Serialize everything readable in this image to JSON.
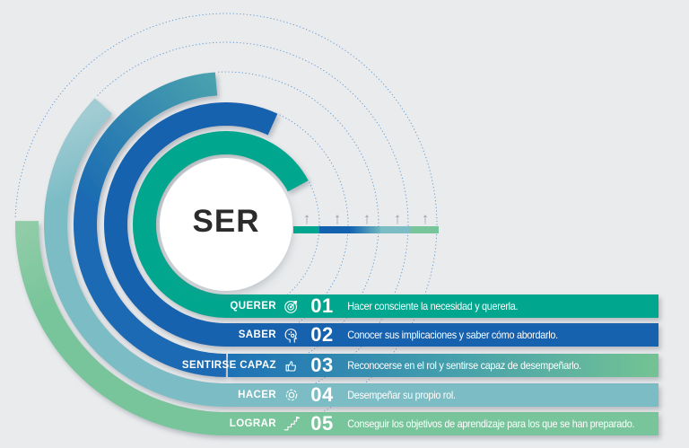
{
  "background": "#e9ebed",
  "center": {
    "title": "SER"
  },
  "legend": {
    "arrow_glyph": "↑",
    "arrow_color": "#9aa1a8",
    "dotted_color": "#5b93cf"
  },
  "colors": {
    "ruler_teal_end": "#6fb7bf",
    "text": "#ffffff",
    "title_text": "#2b2b2b"
  },
  "rows": [
    {
      "label": "QUERER",
      "icon": "target-dart-icon",
      "number": "01",
      "description": "Hacer consciente la necesidad y quererla.",
      "color": "#00a78e"
    },
    {
      "label": "SABER",
      "icon": "head-lightbulb-icon",
      "number": "02",
      "description": "Conocer sus implicaciones y saber cómo abordarlo.",
      "color": "#1262af"
    },
    {
      "label": "SENTIRSE CAPAZ",
      "icon": "thumbs-up-icon",
      "number": "03",
      "description": "Reconocerse en el rol y sentirse capaz de desempeñarlo.",
      "color_bar_end": "#74c394",
      "color_mid": "#45a0ac",
      "color_curve": "#1e72b5",
      "color_arc": "#1a6ab3",
      "color_arc_end": "#49a1ae"
    },
    {
      "label": "HACER",
      "icon": "gear-icon",
      "number": "04",
      "description": "Desempeñar su propio rol.",
      "color": "#7cbcc5",
      "color_arc_end": "#a2ccd4"
    },
    {
      "label": "LOGRAR",
      "icon": "stairs-flag-icon",
      "number": "05",
      "description": "Conseguir los objetivos de aprendizaje para los que se han preparado.",
      "color": "#79c59b",
      "color_arc_end": "#90cca8"
    }
  ]
}
